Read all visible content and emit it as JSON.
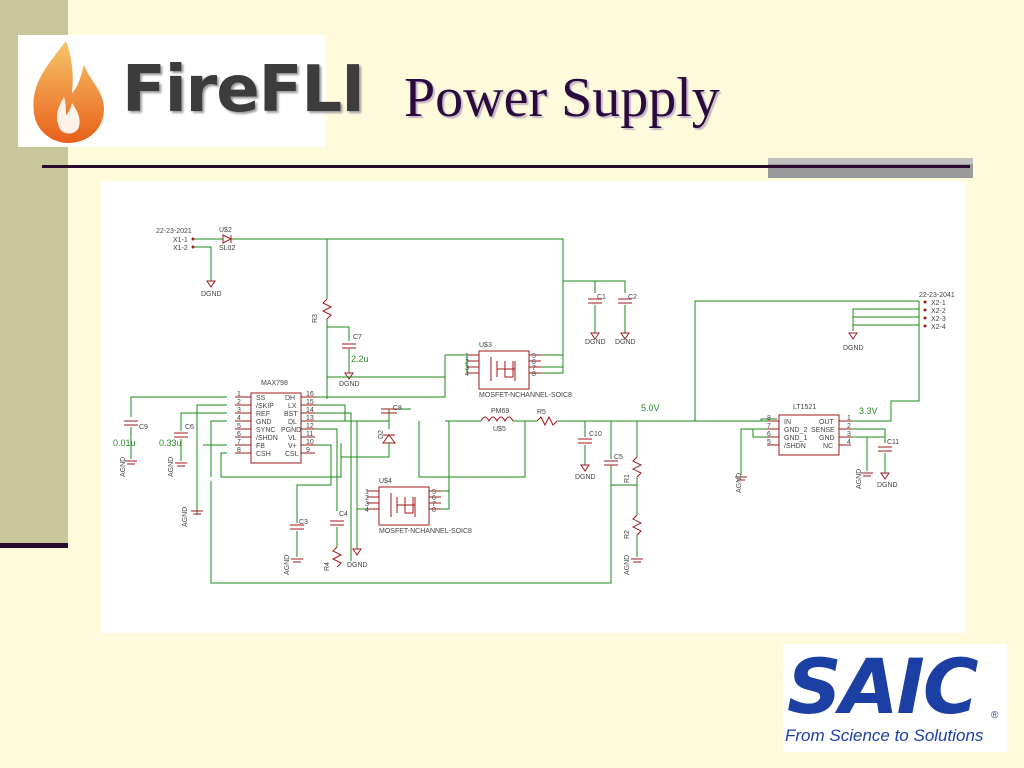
{
  "slide": {
    "title": "Power Supply",
    "logo_left_text": "FireFLI",
    "logo_right_text": "SAIC",
    "logo_right_tagline": "From Science to Solutions",
    "logo_right_mark": "®"
  },
  "schematic": {
    "connectors": {
      "input_connector": "22-23-2021",
      "input_pins": [
        "X1-1",
        "X1-2"
      ],
      "output_connector": "22-23-2041",
      "output_pins": [
        "X2-1",
        "X2-2",
        "X2-3",
        "X2-4"
      ]
    },
    "parts": {
      "input_diode": "U$2",
      "input_diode_part": "SL02",
      "controller": "MAX798",
      "mosfet_top": "U$3",
      "mosfet_bottom": "U$4",
      "mosfet_part": "MOSFET-NCHANNEL-SOIC8",
      "inductor": "PM69",
      "inductor_ref": "U$5",
      "regulator": "LT1521",
      "r3": "R3",
      "r4": "R4",
      "r5": "R5",
      "r1": "R1",
      "r2": "R2",
      "c1": "C1",
      "c2": "C2",
      "c3": "C3",
      "c4": "C4",
      "c5": "C5",
      "c6": "C6",
      "c7": "C7",
      "c8": "C8",
      "c9": "C9",
      "c10": "C10",
      "c11": "C11",
      "d2": "D2"
    },
    "values": {
      "c7_value": "2.2u",
      "c9_value": "0.01u",
      "c8_value": "0.33u",
      "rail_5v": "5.0V",
      "rail_3v3": "3.3V"
    },
    "grounds": {
      "dgnd": "DGND",
      "agnd": "AGND"
    },
    "max798_pins_left": [
      "SS",
      "/SKIP",
      "REF",
      "GND",
      "SYNC",
      "/SHDN",
      "FB",
      "CSH"
    ],
    "max798_pins_right": [
      "DH",
      "LX",
      "BST",
      "DL",
      "PGND",
      "VL",
      "V+",
      "CSL"
    ],
    "max798_pin_nums_left": [
      "1",
      "2",
      "3",
      "4",
      "5",
      "6",
      "7",
      "8"
    ],
    "max798_pin_nums_right": [
      "16",
      "15",
      "14",
      "13",
      "12",
      "11",
      "10",
      "9"
    ],
    "lt1521_pins_left": [
      "IN",
      "GND_2",
      "GND_1",
      "/SHDN"
    ],
    "lt1521_pins_right": [
      "OUT",
      "SENSE",
      "GND",
      "NC"
    ],
    "lt1521_pin_nums_left": [
      "8",
      "7",
      "6",
      "5"
    ],
    "lt1521_pin_nums_right": [
      "1",
      "2",
      "3",
      "4"
    ],
    "mosfet_pin_nums_left": [
      "1",
      "2",
      "3",
      "4"
    ],
    "mosfet_pin_nums_right": [
      "5",
      "6",
      "7",
      "8"
    ]
  }
}
